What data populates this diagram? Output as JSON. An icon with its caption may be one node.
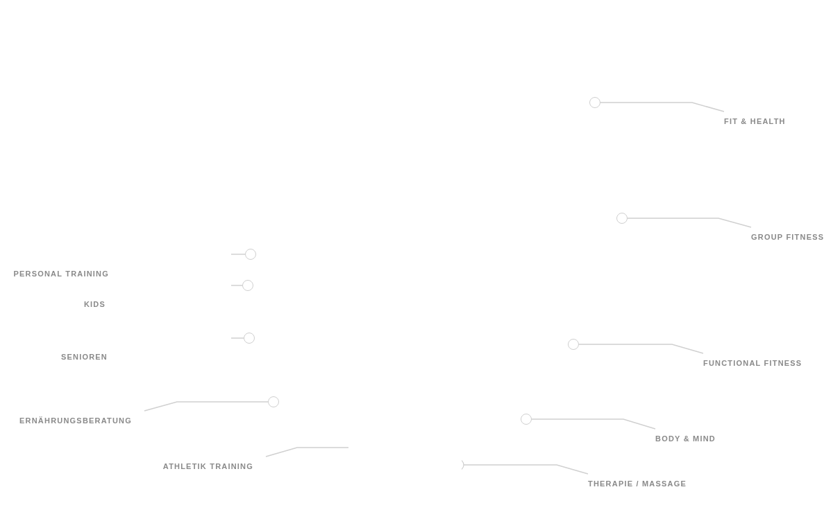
{
  "diagram": {
    "nodes": [
      {
        "text": [],
        "shape": "circle"
      },
      {
        "text": [
          "FIT & HEALTH"
        ]
      },
      {
        "text": [],
        "shape": "circle"
      },
      {
        "text": [
          "GROUP FITNESS"
        ]
      },
      {
        "text": [],
        "shape": "circle"
      },
      {
        "text": [
          "PERSONAL TRAINING"
        ]
      },
      {
        "text": [],
        "shape": "circle"
      },
      {
        "text": [
          "KIDS"
        ]
      },
      {
        "text": [],
        "shape": "circle"
      },
      {
        "text": [
          "SENIOREN"
        ]
      },
      {
        "text": [],
        "shape": "circle"
      },
      {
        "text": [
          "FUNCTIONAL FITNESS"
        ]
      },
      {
        "text": [],
        "shape": "circle"
      },
      {
        "text": [
          "ERNÄHRUNGSBERATUNG"
        ]
      },
      {
        "text": [],
        "shape": "circle"
      },
      {
        "text": [
          "BODY & MIND"
        ]
      },
      {
        "text": [
          "ATHLETIK TRAINING"
        ]
      },
      {
        "text": [],
        "shape": "circle"
      },
      {
        "text": [
          "THERAPIE / MASSAGE"
        ]
      }
    ],
    "edges": [
      {
        "from": 1,
        "to": 0,
        "arrow": "none"
      },
      {
        "from": 3,
        "to": 2,
        "arrow": "none"
      },
      {
        "from": null,
        "to": 4,
        "arrow": "none"
      },
      {
        "from": null,
        "to": 6,
        "arrow": "none"
      },
      {
        "from": null,
        "to": 8,
        "arrow": "none"
      },
      {
        "from": 11,
        "to": 10,
        "arrow": "none"
      },
      {
        "from": 13,
        "to": 12,
        "arrow": "none"
      },
      {
        "from": 15,
        "to": 14,
        "arrow": "none"
      },
      {
        "from": 16,
        "to": null,
        "arrow": "none"
      },
      {
        "from": 18,
        "to": 17,
        "arrow": "none"
      }
    ]
  }
}
